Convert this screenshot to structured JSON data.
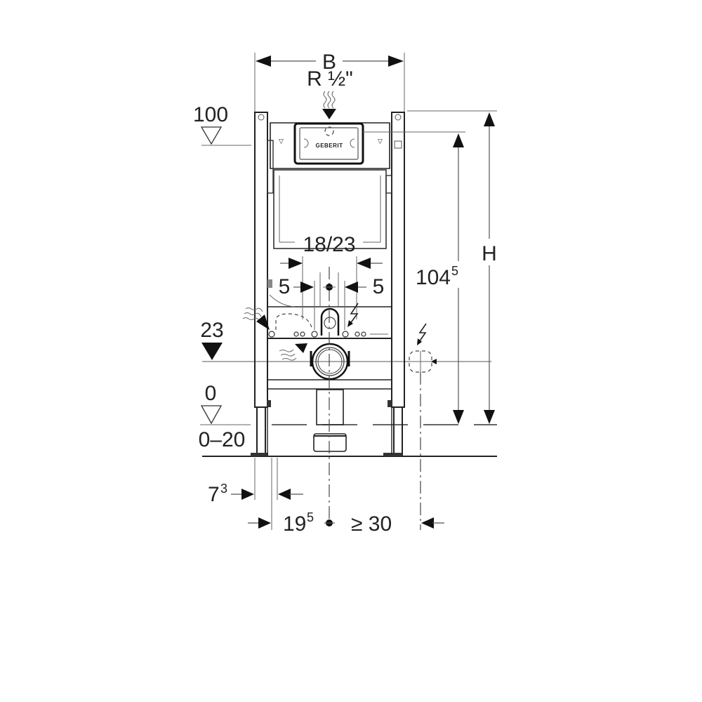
{
  "diagram": {
    "subject": "WC installation frame (front view) with dimensions",
    "brand_mark": "GEBERIT",
    "dimensions": {
      "width": "B",
      "water_supply": "R ½\"",
      "height": "H",
      "frame_height": {
        "base": "104",
        "sup": "5"
      },
      "flush_button_level": "100",
      "drain_level": "23",
      "floor_level": "0",
      "floor_adjust": "0–20",
      "bolt_spacing": "18/23",
      "left_offset_small": "5",
      "right_offset_small": "5",
      "foot_offset": {
        "base": "7",
        "sup": "3"
      },
      "center_offset": {
        "base": "19",
        "sup": "5"
      },
      "electrical_clearance": "≥ 30"
    },
    "symbols": {
      "water_inlet": "wavy-water-icon",
      "electrical": "lightning-icon",
      "level_marker_open": "open-triangle",
      "level_marker_filled": "filled-triangle"
    }
  }
}
